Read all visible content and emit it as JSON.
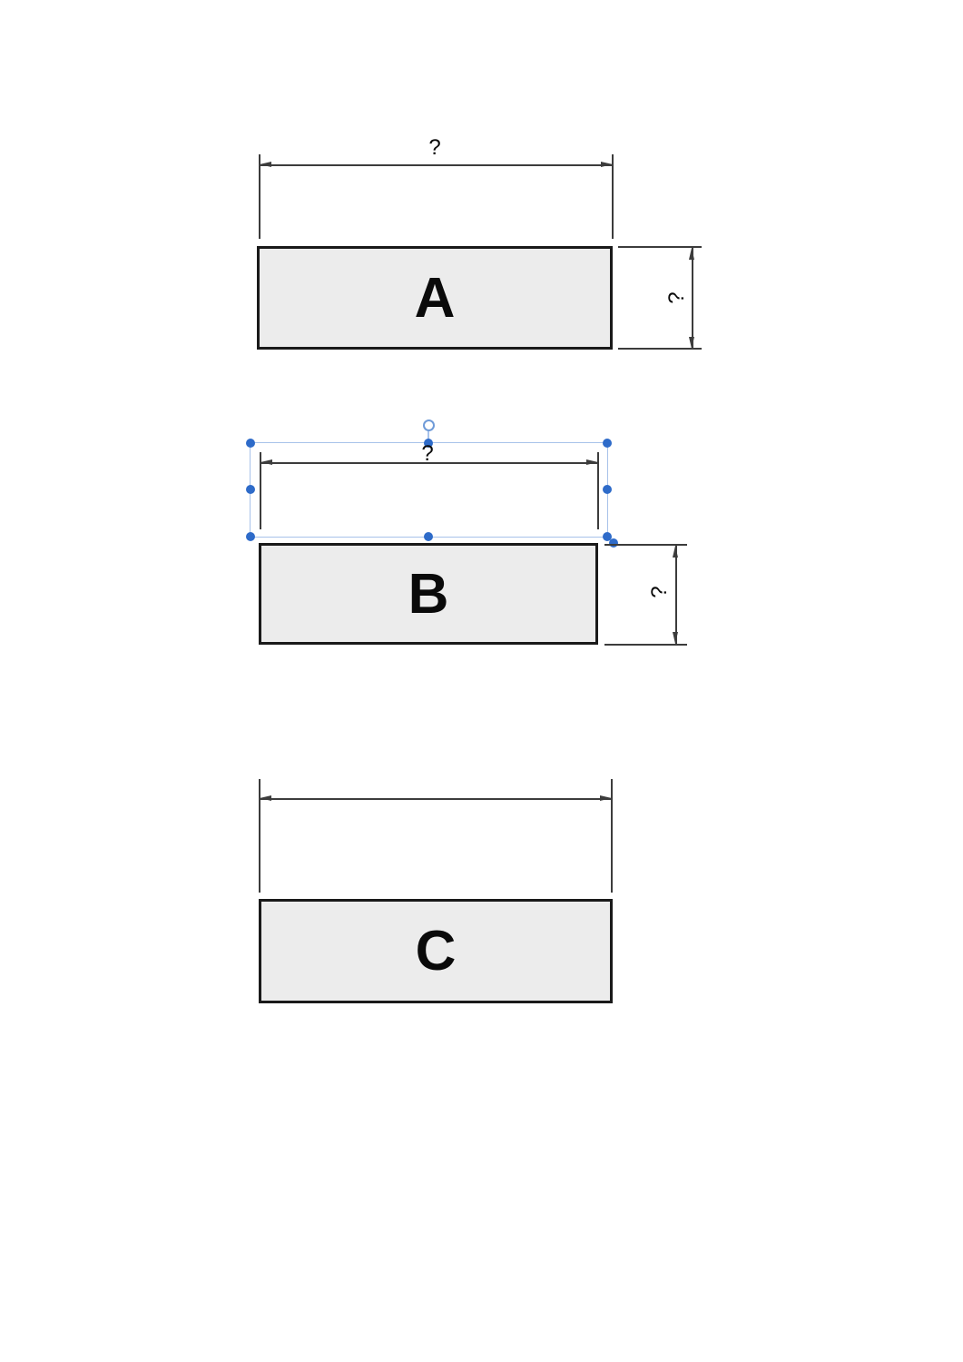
{
  "colors": {
    "canvas_bg": "#ffffff",
    "shape_fill": "#ececec",
    "shape_border": "#1a1a1a",
    "dimension_line": "#3c3c3c",
    "selection_outline": "#a8c2ea",
    "selection_handle": "#2e6bc9",
    "label_color": "#0a0a0a"
  },
  "shapes": [
    {
      "id": "A",
      "label": "A"
    },
    {
      "id": "B",
      "label": "B"
    },
    {
      "id": "C",
      "label": "C"
    }
  ],
  "dimensions": {
    "a_width_label": "?",
    "a_height_label": "?",
    "b_width_label": "?",
    "b_height_label": "?"
  }
}
